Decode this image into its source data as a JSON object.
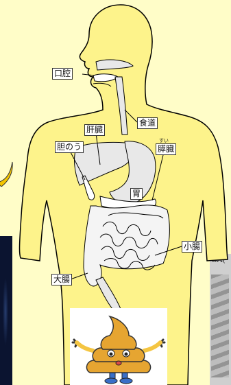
{
  "diagram": {
    "labels": {
      "mouth": "口腔",
      "esophagus": "食道",
      "liver": "肝臓",
      "gallbladder": "胆のう",
      "pancreas": "膵臓",
      "pancreas_ruby": "すい",
      "stomach": "胃",
      "small_intestine": "小腸",
      "large_intestine": "大腸"
    },
    "colors": {
      "body_fill": "#fdf38b",
      "background": "#fffdc8",
      "label_bg": "#ffffff",
      "mascot": "#e6a531"
    }
  },
  "background_image": {
    "caption_fragment": "SA("
  },
  "icons": [
    "poop-mascot-icon"
  ]
}
